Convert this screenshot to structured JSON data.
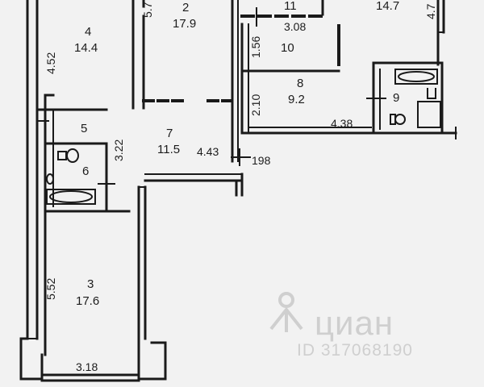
{
  "rooms": [
    {
      "id": "r2",
      "number": "2",
      "area": "17.9"
    },
    {
      "id": "r4",
      "number": "4",
      "area": "14.4"
    },
    {
      "id": "r11",
      "number": "11",
      "area": ""
    },
    {
      "id": "r12",
      "number": "",
      "area": "14.7"
    },
    {
      "id": "r10",
      "number": "10",
      "area": ""
    },
    {
      "id": "r8",
      "number": "8",
      "area": "9.2"
    },
    {
      "id": "r9",
      "number": "9",
      "area": ""
    },
    {
      "id": "r5",
      "number": "5",
      "area": ""
    },
    {
      "id": "r6",
      "number": "6",
      "area": ""
    },
    {
      "id": "r7",
      "number": "7",
      "area": "11.5"
    },
    {
      "id": "r3",
      "number": "3",
      "area": "17.6"
    }
  ],
  "dimensions": {
    "d_4_52": "4.52",
    "d_5_top": "5.7",
    "d_3_08": "3.08",
    "d_1_56": "1.56",
    "d_2_10": "2.10",
    "d_4_38": "4.38",
    "d_4_7": "4.7",
    "d_3_22": "3.22",
    "d_4_43": "4.43",
    "d_198": "198",
    "d_5_52": "5.52",
    "d_3_18": "3.18"
  },
  "watermark": {
    "brand": "циан",
    "id_text": "ID 317068190"
  }
}
